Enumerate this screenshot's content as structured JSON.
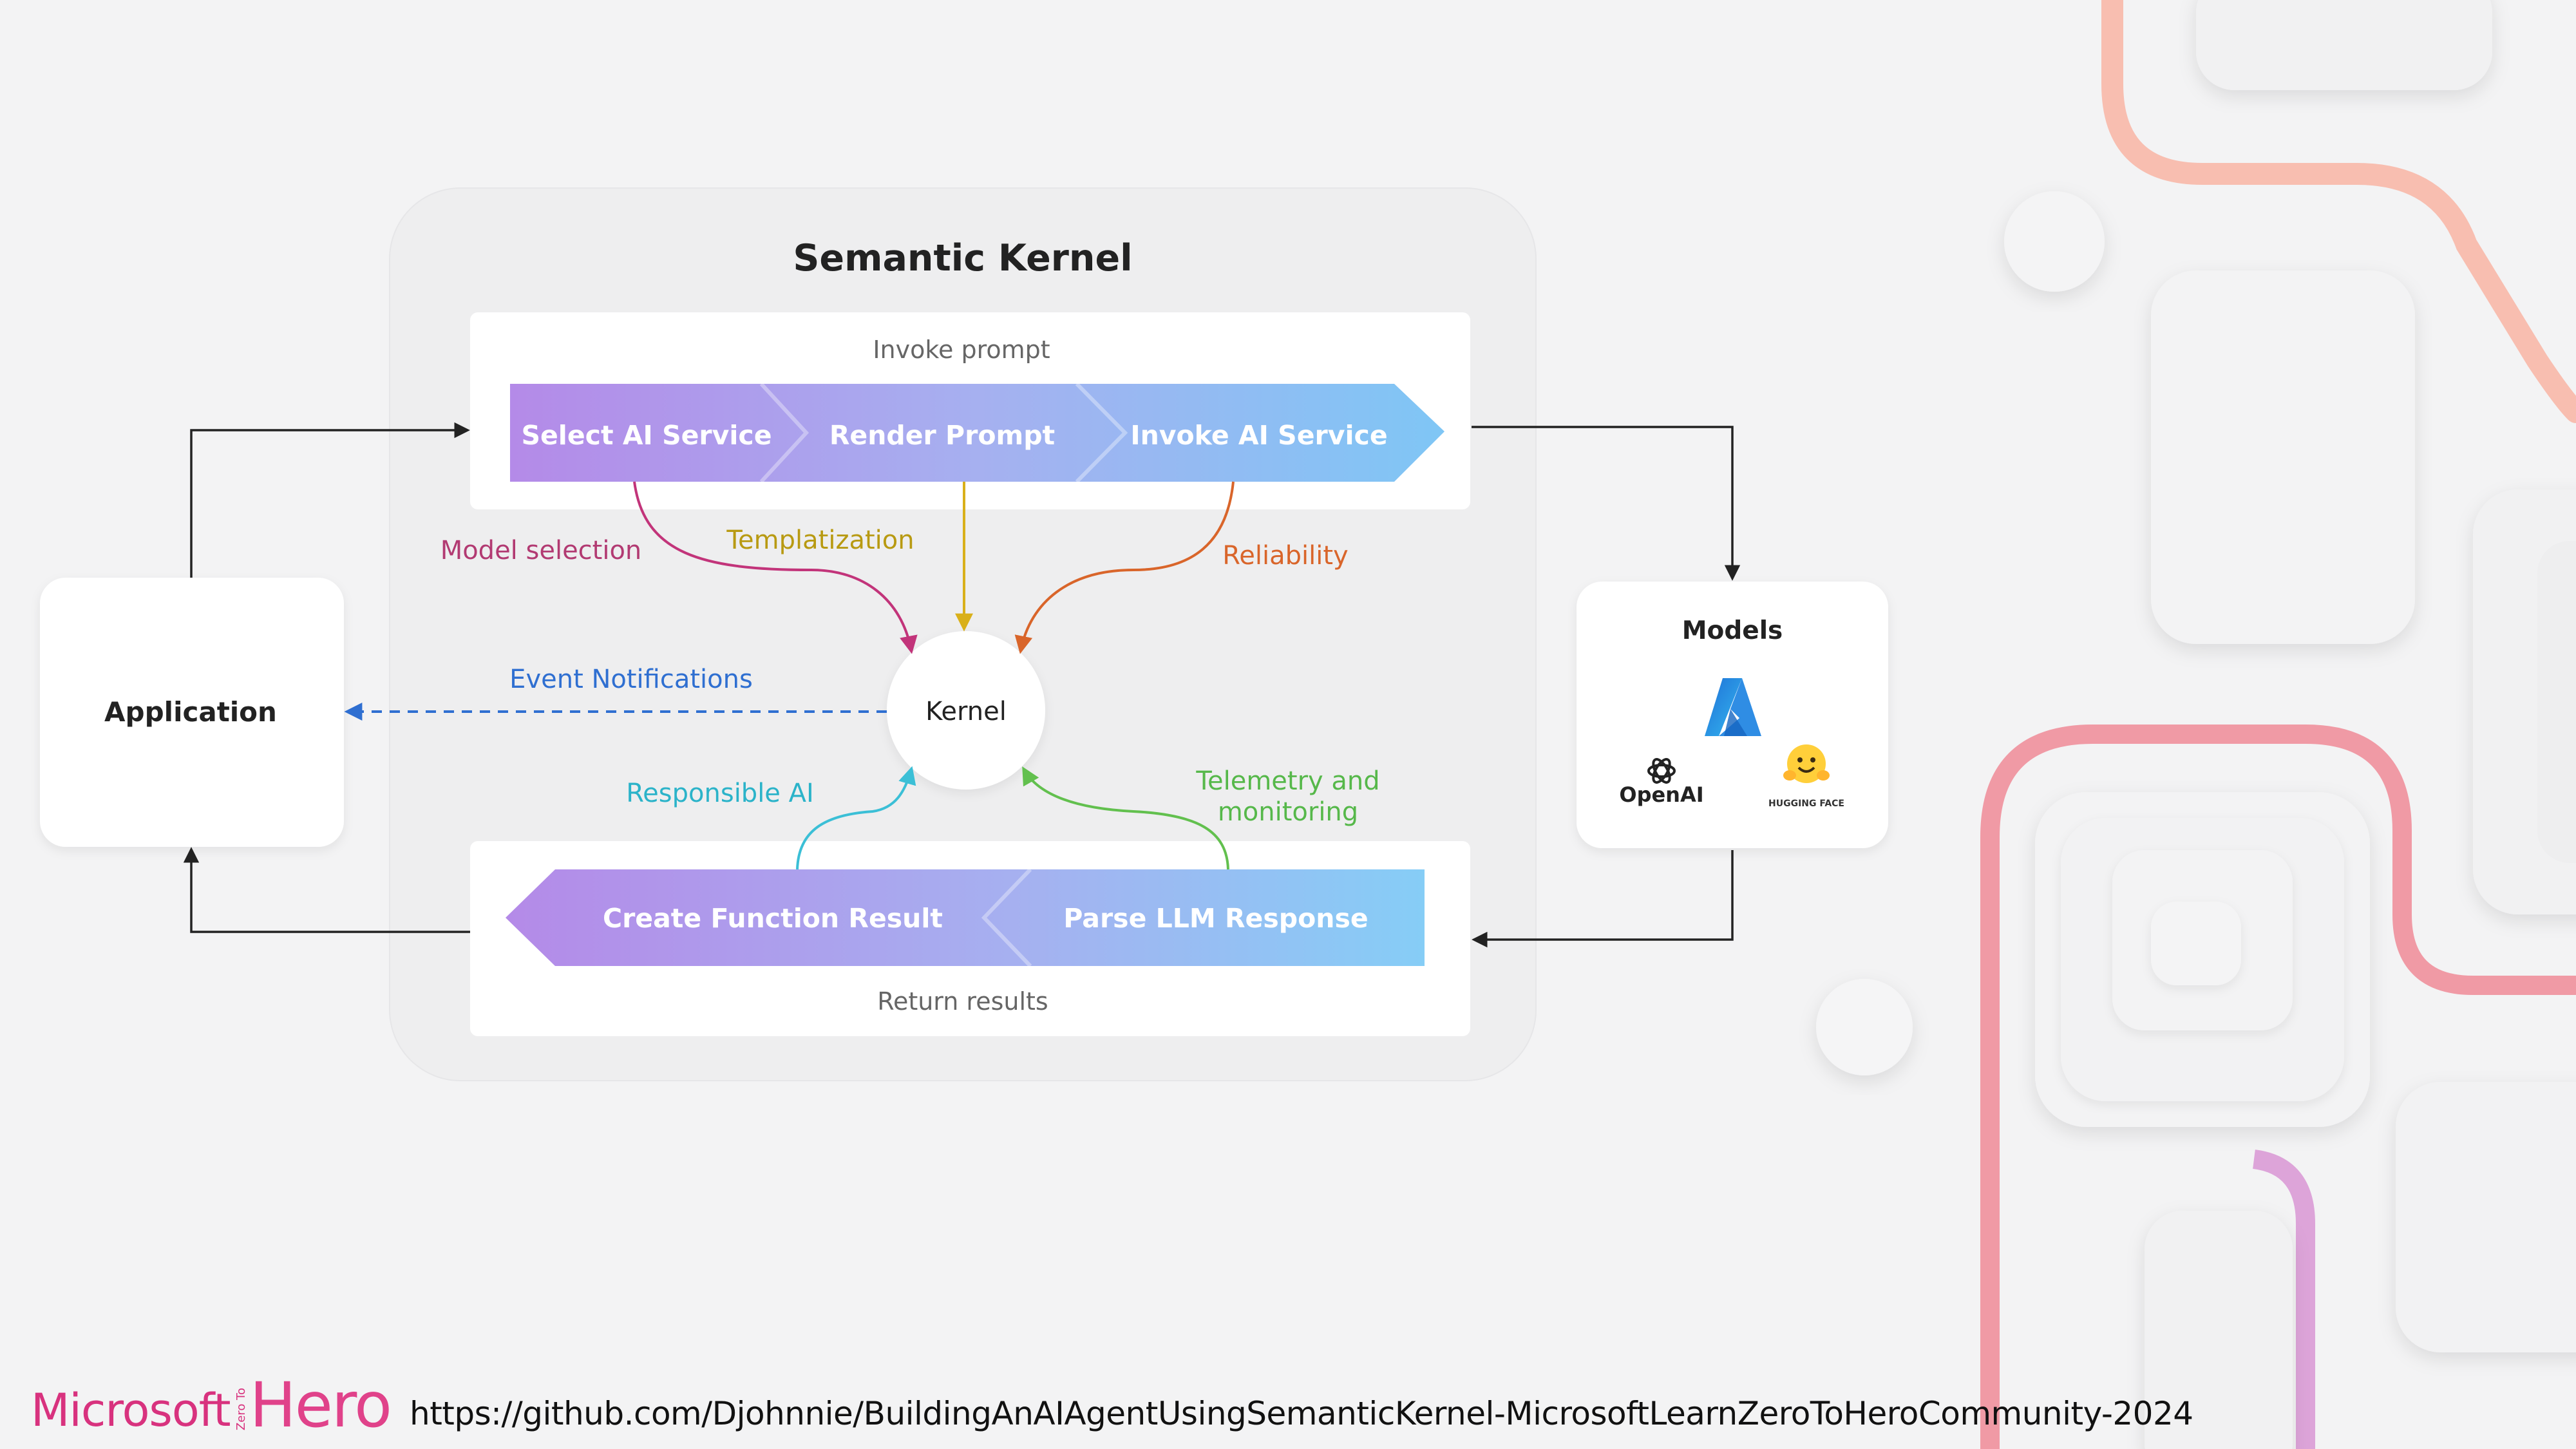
{
  "diagram": {
    "title": "Semantic Kernel",
    "invoke_label": "Invoke prompt",
    "return_label": "Return results",
    "pipeline_top": [
      "Select AI Service",
      "Render Prompt",
      "Invoke AI Service"
    ],
    "pipeline_bottom": [
      "Create Function Result",
      "Parse LLM Response"
    ],
    "kernel": "Kernel",
    "application": "Application",
    "models_title": "Models",
    "logos": {
      "openai": "OpenAI",
      "hugging_face": "HUGGING FACE"
    },
    "annotations": {
      "model_selection": "Model selection",
      "templatization": "Templatization",
      "reliability": "Reliability",
      "event_notifications": "Event Notifications",
      "responsible_ai": "Responsible AI",
      "telemetry_line1": "Telemetry and",
      "telemetry_line2": "monitoring"
    },
    "colors": {
      "model_selection": "#b23a72",
      "templatization": "#b89a12",
      "reliability": "#d9652a",
      "event_notifications": "#2f6fd1",
      "responsible_ai": "#2bb3c9",
      "telemetry": "#56b84a"
    },
    "icons": [
      "azure-logo-icon",
      "openai-logo-icon",
      "hugging-face-logo-icon"
    ]
  },
  "footer": {
    "brand_main": "Microsoft",
    "brand_small": "Zero To",
    "brand_hero": "Hero",
    "url": "https://github.com/Djohnnie/BuildingAnAIAgentUsingSemanticKernel-MicrosoftLearnZeroToHeroCommunity-2024"
  }
}
